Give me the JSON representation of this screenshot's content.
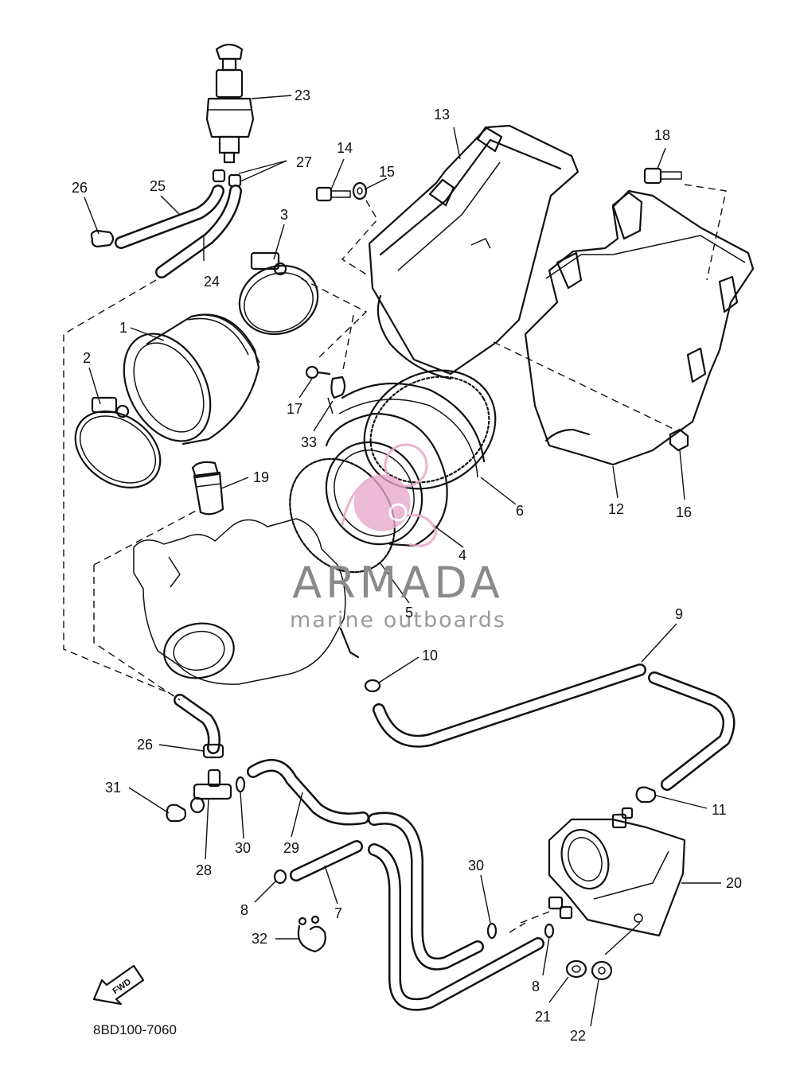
{
  "diagram": {
    "reference_code": "8BD100-7060",
    "fwd_label": "FWD",
    "watermark": {
      "brand": "ARMADA",
      "tagline": "marine outboards",
      "color_primary": "#8a8a8a",
      "color_accent": "#e8a6c8"
    },
    "callouts": [
      {
        "id": "c1",
        "label": "1"
      },
      {
        "id": "c2",
        "label": "2"
      },
      {
        "id": "c3",
        "label": "3"
      },
      {
        "id": "c4",
        "label": "4"
      },
      {
        "id": "c5",
        "label": "5"
      },
      {
        "id": "c6",
        "label": "6"
      },
      {
        "id": "c7",
        "label": "7"
      },
      {
        "id": "c8a",
        "label": "8"
      },
      {
        "id": "c8b",
        "label": "8"
      },
      {
        "id": "c9",
        "label": "9"
      },
      {
        "id": "c10",
        "label": "10"
      },
      {
        "id": "c11",
        "label": "11"
      },
      {
        "id": "c12",
        "label": "12"
      },
      {
        "id": "c13",
        "label": "13"
      },
      {
        "id": "c14",
        "label": "14"
      },
      {
        "id": "c15",
        "label": "15"
      },
      {
        "id": "c16",
        "label": "16"
      },
      {
        "id": "c17",
        "label": "17"
      },
      {
        "id": "c18",
        "label": "18"
      },
      {
        "id": "c19",
        "label": "19"
      },
      {
        "id": "c20",
        "label": "20"
      },
      {
        "id": "c21",
        "label": "21"
      },
      {
        "id": "c22",
        "label": "22"
      },
      {
        "id": "c23",
        "label": "23"
      },
      {
        "id": "c24",
        "label": "24"
      },
      {
        "id": "c25",
        "label": "25"
      },
      {
        "id": "c26a",
        "label": "26"
      },
      {
        "id": "c26b",
        "label": "26"
      },
      {
        "id": "c27",
        "label": "27"
      },
      {
        "id": "c28",
        "label": "28"
      },
      {
        "id": "c29",
        "label": "29"
      },
      {
        "id": "c30a",
        "label": "30"
      },
      {
        "id": "c30b",
        "label": "30"
      },
      {
        "id": "c31",
        "label": "31"
      },
      {
        "id": "c32",
        "label": "32"
      },
      {
        "id": "c33",
        "label": "33"
      }
    ]
  }
}
